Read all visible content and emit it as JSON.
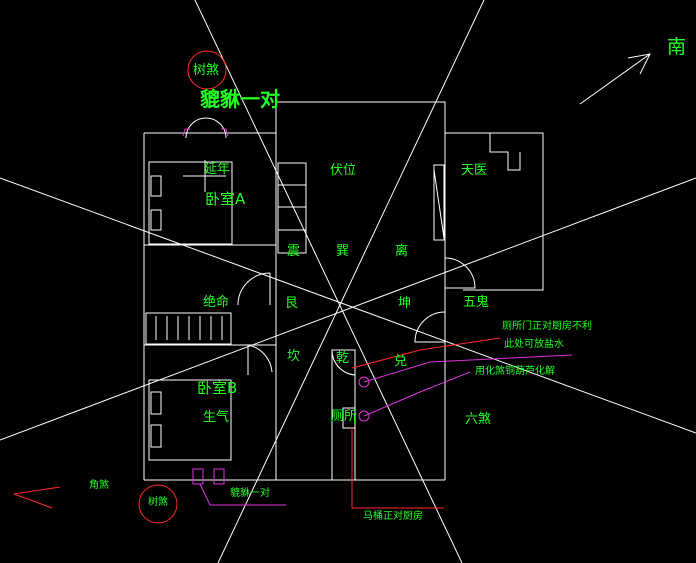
{
  "compass": {
    "south": "南"
  },
  "labels": {
    "shusha_top": "树煞",
    "shusha_bottom": "树煞",
    "jiaosha": "角煞",
    "pixiu_top": "貔貅一对",
    "pixiu_bottom": "貔貅一对",
    "yannian": "延年",
    "bedroom_a": "卧室A",
    "fuwei": "伏位",
    "tianyi": "天医",
    "zhen": "震",
    "xun": "巽",
    "li": "离",
    "jueming": "绝命",
    "gen": "艮",
    "kun": "坤",
    "wugui": "五鬼",
    "kan": "坎",
    "qian": "乾",
    "dui": "兑",
    "bedroom_b": "卧室B",
    "shengqi": "生气",
    "liusha": "六煞",
    "wc": "厕所",
    "note_toilet": "厕所门正对厨房不利",
    "note_salt": "此处可放盐水",
    "note_yonghua": "用化煞铜葫芦化解",
    "note_matong": "马桶正对厨房"
  },
  "colors": {
    "background": "#000000",
    "wall": "#ffffff",
    "label": "#22ff22",
    "annotation_red": "#ff2a2a",
    "annotation_magenta": "#dd33dd"
  }
}
